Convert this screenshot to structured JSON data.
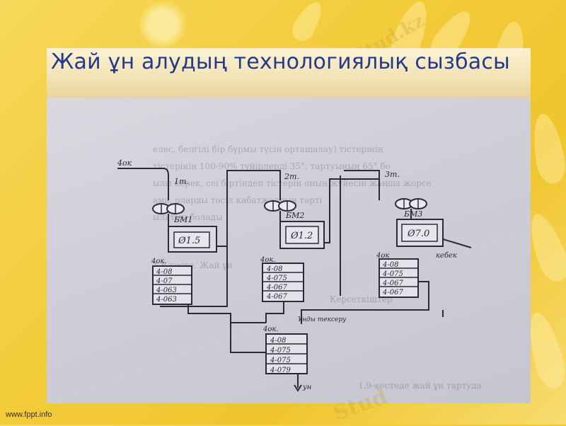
{
  "slide": {
    "title": "Жай ұн алудың технологиялық сызбасы",
    "footer": "www.fppt.info"
  },
  "watermarks": [
    "Stud.kz",
    "Stud"
  ],
  "diagram": {
    "inputs": [
      "4ок",
      "1т.",
      "2т.",
      "3т."
    ],
    "bins": [
      {
        "label": "БМ1",
        "value": "Ø1.5"
      },
      {
        "label": "БМ2",
        "value": "Ø1.2"
      },
      {
        "label": "БМ3",
        "value": "Ø7.0"
      }
    ],
    "sieve_groups": [
      {
        "label": "4ок.",
        "rows": [
          "4-08",
          "4-07",
          "4-063",
          "4-063"
        ]
      },
      {
        "label": "4ок.",
        "rows": [
          "4-08",
          "4-075",
          "4-067",
          "4-067"
        ]
      },
      {
        "label": "4ок",
        "rows": [
          "4-08",
          "4-075",
          "4-067",
          "4-067"
        ]
      },
      {
        "label": "4ок.",
        "rows": [
          "4-08",
          "4-075",
          "4-075",
          "4-079"
        ]
      }
    ],
    "labels": {
      "waste": "кебек",
      "control": "Ұнды тексеру",
      "output": "ун"
    }
  },
  "background_text": [
    "елес, белгілі бір бүрмы түсін орташалау) тістерінің",
    "тістерінің 100-90% түйірлерді 35°, тартуының 65° бо",
    "ылы керек, сеі біртіндеп тістерін оның жүйесін жаңша жорсе",
    "ама, оларды тәсіл кабатжалдың тәрті",
    "ылатын болады",
    "1.8-кесте. Жай ұн",
    "Керсеткіштер",
    "1.9-кестеде жай ұн тартуда"
  ]
}
